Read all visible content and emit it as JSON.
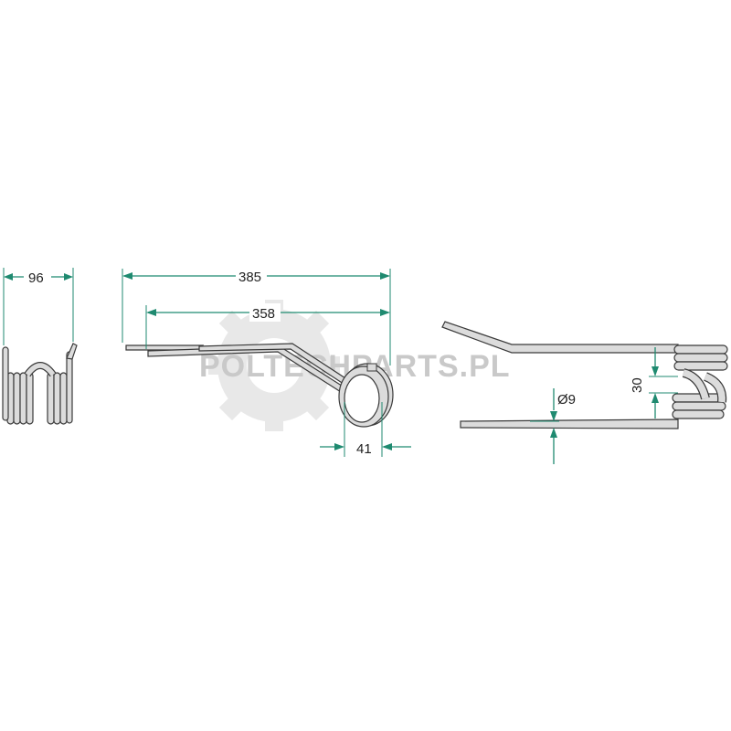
{
  "watermark": {
    "text": "POLTECHPARTS.PL"
  },
  "dimensions": {
    "width_end_view": "96",
    "overall_length": "385",
    "tine_length": "358",
    "coil_width": "41",
    "wire_diameter": "Ø9",
    "coil_gap": "30"
  },
  "colors": {
    "dimension_lines": "#1f8a70",
    "wire_fill": "#dcdcdc",
    "wire_outline": "#3a3a3a",
    "watermark": "#c9c9c9"
  }
}
